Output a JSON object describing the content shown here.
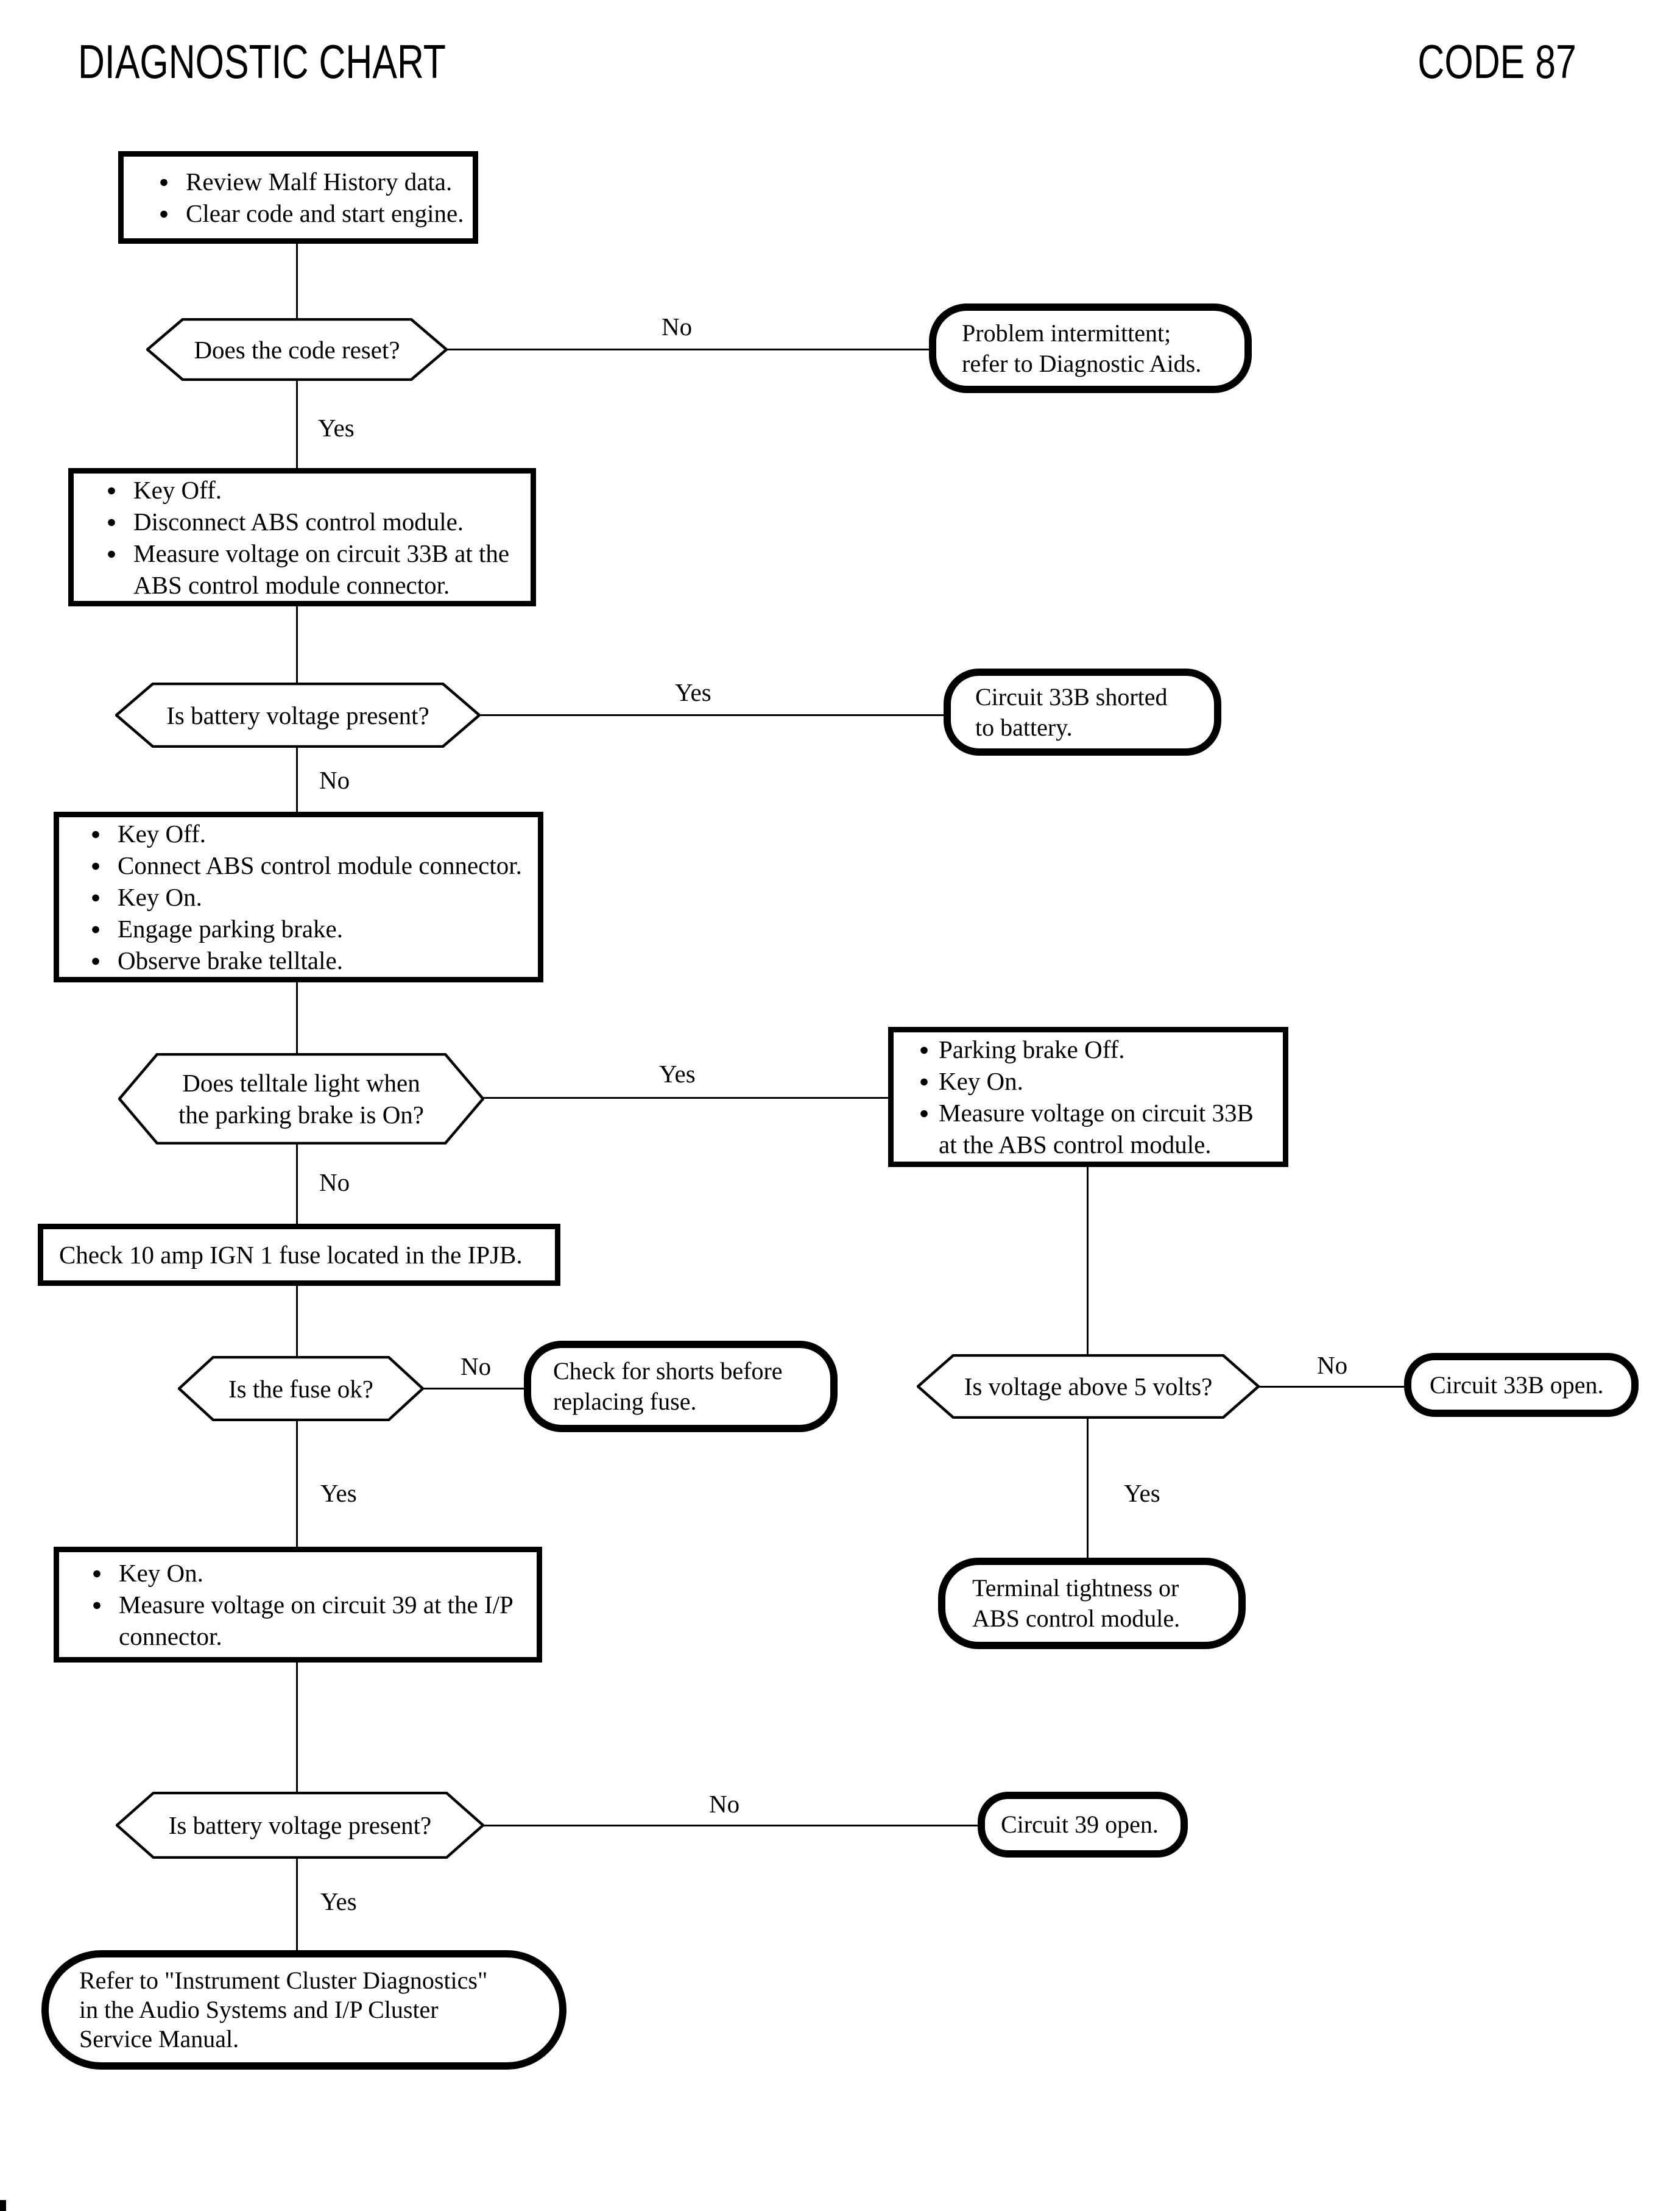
{
  "page": {
    "title_left": "DIAGNOSTIC CHART",
    "title_right": "CODE 87"
  },
  "labels": {
    "yes": "Yes",
    "no": "No"
  },
  "glyphs": {
    "bullet": "●"
  },
  "colors": {
    "ink": "#000000",
    "paper": "#ffffff"
  },
  "nodes": {
    "review": {
      "type": "process",
      "items": [
        "Review Malf History data.",
        "Clear code and start engine."
      ]
    },
    "code_reset": {
      "type": "decision",
      "text": "Does the code reset?"
    },
    "problem_intermittent": {
      "type": "terminator",
      "text": "Problem intermittent;\nrefer to Diagnostic Aids."
    },
    "key_off_disconnect": {
      "type": "process",
      "items": [
        "Key Off.",
        "Disconnect ABS control module.",
        "Measure voltage on circuit 33B at the\nABS control module connector."
      ]
    },
    "battery_voltage_1": {
      "type": "decision",
      "text": "Is battery voltage present?"
    },
    "circuit_33b_shorted": {
      "type": "terminator",
      "text": "Circuit 33B shorted\nto battery."
    },
    "key_off_connect": {
      "type": "process",
      "items": [
        "Key Off.",
        "Connect ABS control module connector.",
        "Key On.",
        "Engage parking brake.",
        "Observe brake telltale."
      ]
    },
    "telltale_light": {
      "type": "decision",
      "text": "Does telltale light when\nthe parking brake is On?"
    },
    "parking_brake_off": {
      "type": "process",
      "items": [
        "Parking brake Off.",
        "Key On.",
        "Measure voltage on circuit 33B\nat the ABS control module."
      ]
    },
    "check_fuse": {
      "type": "process",
      "text": "Check 10 amp IGN 1 fuse located in the IPJB."
    },
    "fuse_ok": {
      "type": "decision",
      "text": "Is the fuse ok?"
    },
    "check_shorts": {
      "type": "terminator",
      "text": "Check for shorts before\nreplacing fuse."
    },
    "voltage_above_5": {
      "type": "decision",
      "text": "Is voltage above 5 volts?"
    },
    "circuit_33b_open": {
      "type": "terminator",
      "text": "Circuit 33B open."
    },
    "terminal_tightness": {
      "type": "terminator",
      "text": "Terminal tightness or\nABS control module."
    },
    "key_on_measure_39": {
      "type": "process",
      "items": [
        "Key On.",
        "Measure voltage on circuit 39 at the I/P\nconnector."
      ]
    },
    "battery_voltage_2": {
      "type": "decision",
      "text": "Is battery voltage present?"
    },
    "circuit_39_open": {
      "type": "terminator",
      "text": "Circuit 39 open."
    },
    "refer_manual": {
      "type": "terminator",
      "text": "Refer to \"Instrument Cluster Diagnostics\"\nin the Audio Systems and I/P Cluster\nService Manual."
    }
  }
}
